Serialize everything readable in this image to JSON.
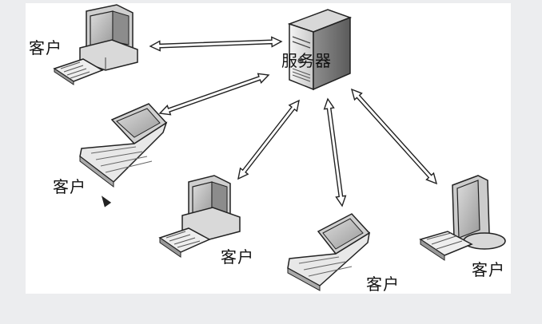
{
  "diagram": {
    "server_label": "服务器",
    "client_labels": [
      "客户",
      "客户",
      "客户",
      "客户",
      "客户"
    ]
  }
}
